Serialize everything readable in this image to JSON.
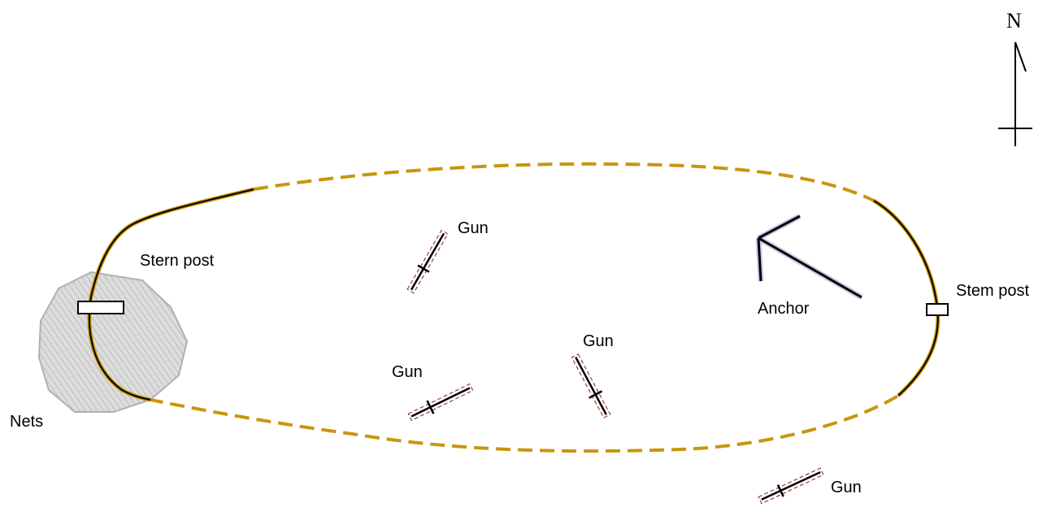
{
  "labels": {
    "north": "N",
    "stern_post": "Stern post",
    "stem_post": "Stem post",
    "anchor": "Anchor",
    "nets": "Nets",
    "gun_1": "Gun",
    "gun_2": "Gun",
    "gun_3": "Gun",
    "gun_4": "Gun"
  },
  "colors": {
    "hull_outline": "#c8960c",
    "timber": "#000000",
    "gun_outline": "#8b1a1a",
    "nets_fill": "#d9d9d9",
    "nets_stroke": "#b0b0b0",
    "anchor_shadow": "#a8a8d8"
  }
}
